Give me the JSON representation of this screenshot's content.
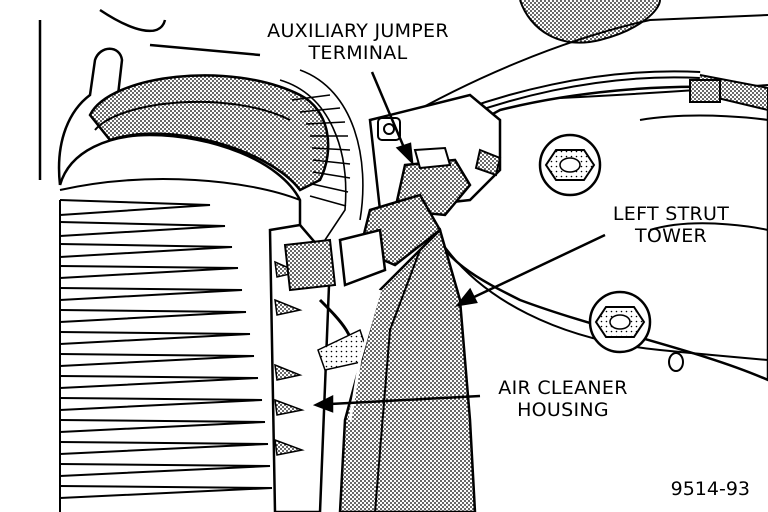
{
  "labels": {
    "auxiliary_jumper_terminal": [
      "AUXILIARY JUMPER",
      "TERMINAL"
    ],
    "left_strut_tower": [
      "LEFT STRUT",
      "TOWER"
    ],
    "air_cleaner_housing": [
      "AIR CLEANER",
      "HOUSING"
    ],
    "figure_number": "9514-93"
  },
  "colors": {
    "ink": "#000000",
    "paper": "#ffffff",
    "shading": "#5a5a5a"
  }
}
